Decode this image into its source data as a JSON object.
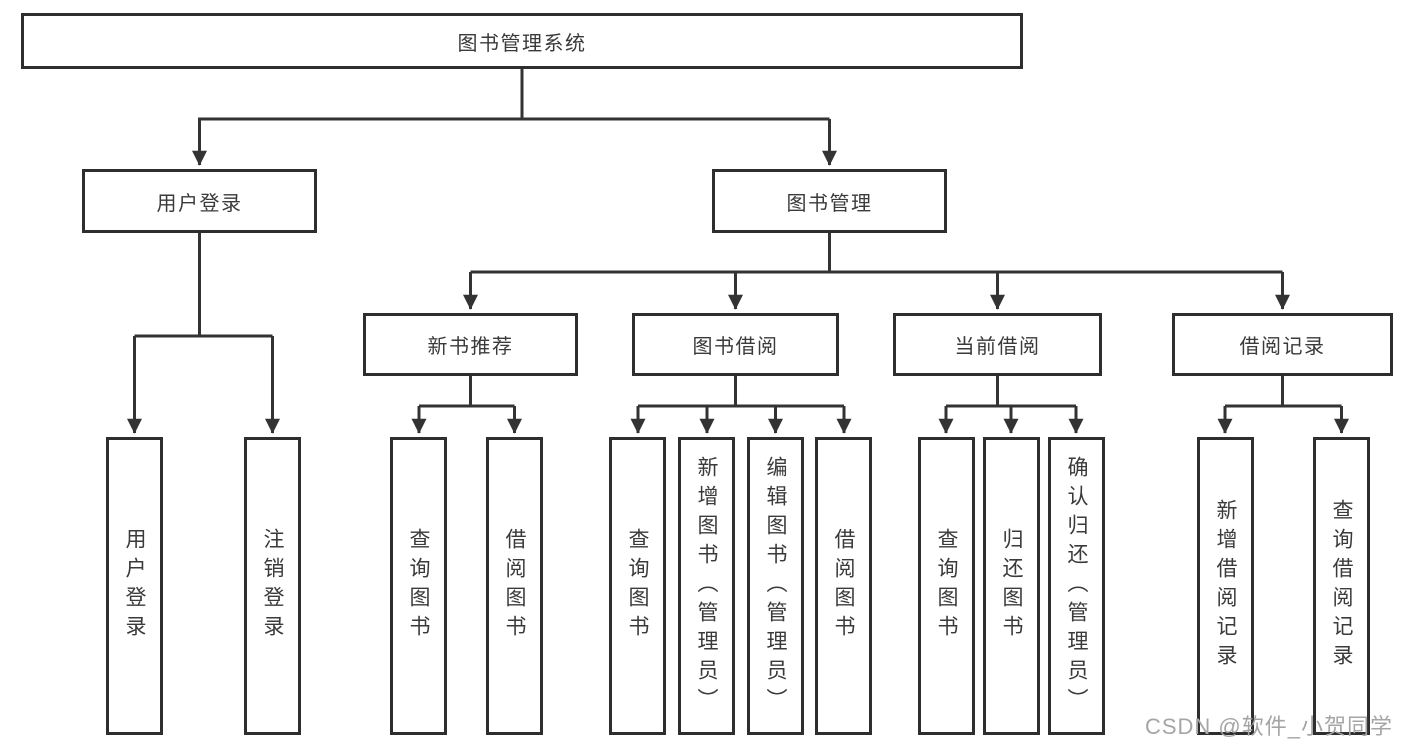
{
  "tree": {
    "root": "图书管理系统",
    "branches": [
      {
        "label": "用户登录",
        "children": [
          "用户登录",
          "注销登录"
        ]
      },
      {
        "label": "图书管理",
        "children": [
          {
            "label": "新书推荐",
            "children": [
              "查询图书",
              "借阅图书"
            ]
          },
          {
            "label": "图书借阅",
            "children": [
              "查询图书",
              "新增图书（管理员）",
              "编辑图书（管理员）",
              "借阅图书"
            ]
          },
          {
            "label": "当前借阅",
            "children": [
              "查询图书",
              "归还图书",
              "确认归还（管理员）"
            ]
          },
          {
            "label": "借阅记录",
            "children": [
              "新增借阅记录",
              "查询借阅记录"
            ]
          }
        ]
      }
    ]
  },
  "watermark": "CSDN @软件_小贺同学",
  "colors": {
    "line": "#333333",
    "border": "#2e2e2e",
    "text": "#3a3a3a",
    "watermark": "#a5a5a5",
    "background": "#ffffff"
  }
}
